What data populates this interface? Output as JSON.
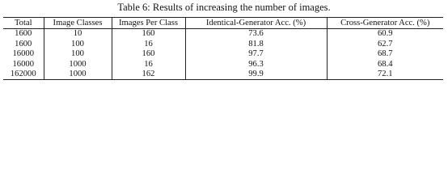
{
  "caption": "Table 6: Results of increasing the number of images.",
  "table": {
    "headers": [
      "Total",
      "Image Classes",
      "Images Per Class",
      "Identical-Generator Acc. (%)",
      "Cross-Generator Acc. (%)"
    ],
    "rows": [
      [
        "1600",
        "10",
        "160",
        "73.6",
        "60.9"
      ],
      [
        "1600",
        "100",
        "16",
        "81.8",
        "62.7"
      ],
      [
        "16000",
        "100",
        "160",
        "97.7",
        "68.7"
      ],
      [
        "16000",
        "1000",
        "16",
        "96.3",
        "68.4"
      ],
      [
        "162000",
        "1000",
        "162",
        "99.9",
        "72.1"
      ]
    ]
  }
}
